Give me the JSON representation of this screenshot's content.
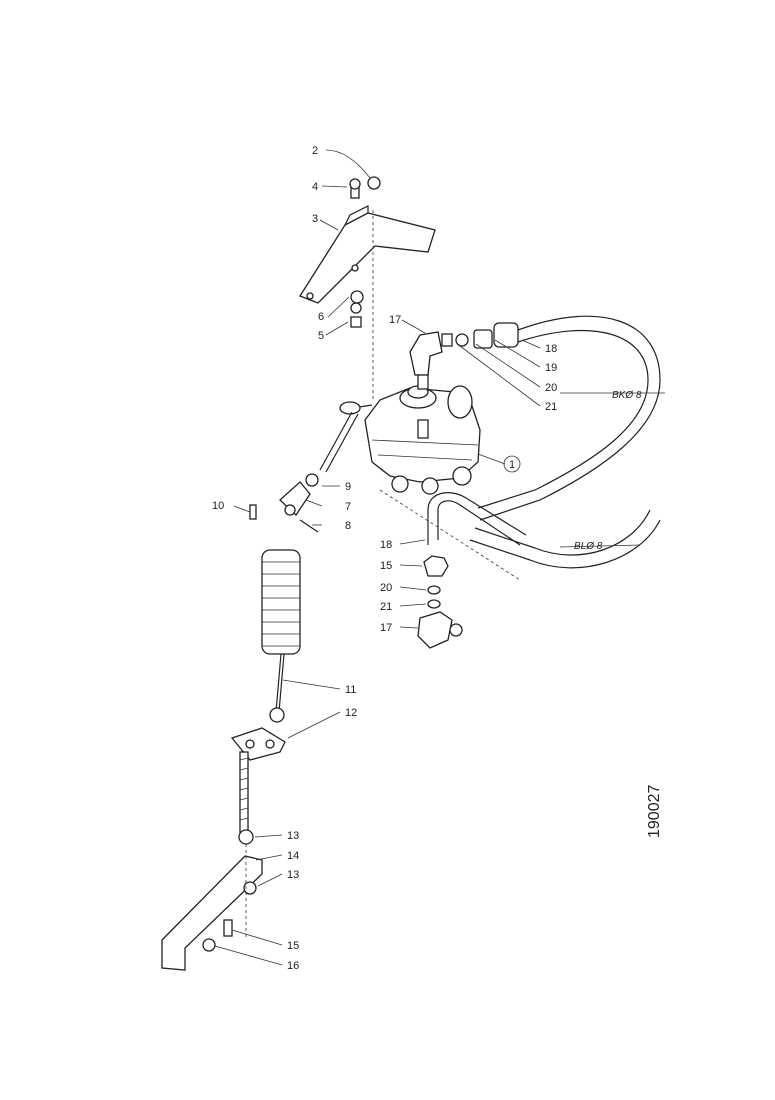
{
  "drawing": {
    "reference_number": "190027",
    "hose_labels": [
      "BKØ 8",
      "BLØ 8"
    ],
    "callouts": [
      "1",
      "2",
      "3",
      "4",
      "5",
      "6",
      "7",
      "8",
      "9",
      "10",
      "11",
      "12",
      "13",
      "14",
      "15",
      "16",
      "17",
      "18",
      "19",
      "20",
      "21"
    ]
  }
}
